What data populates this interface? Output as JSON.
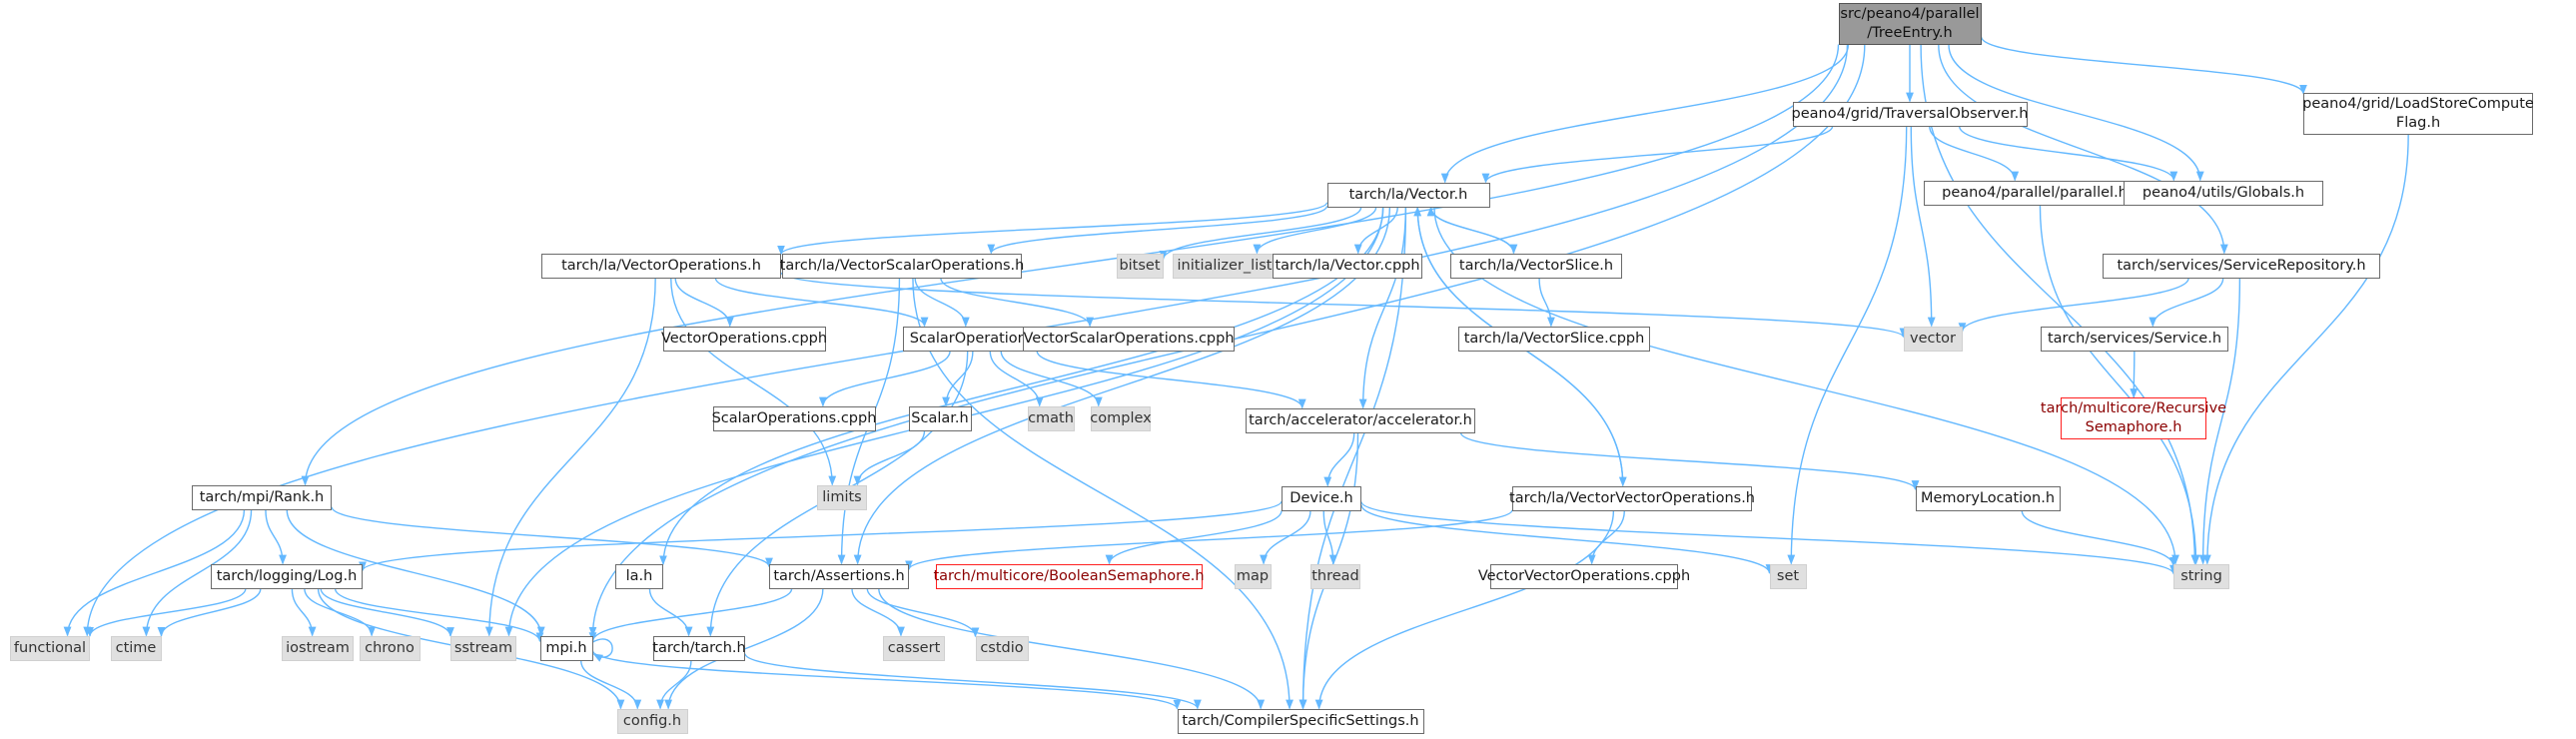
{
  "graph": {
    "edge_color": "#63b8ff",
    "nodes": [
      {
        "id": "root",
        "lines": [
          "src/peano4/parallel",
          "/TreeEntry.h"
        ],
        "kind": "root"
      },
      {
        "id": "traversal",
        "lines": [
          "peano4/grid/TraversalObserver.h"
        ],
        "kind": "doc"
      },
      {
        "id": "loadstore",
        "lines": [
          "peano4/grid/LoadStoreCompute",
          "Flag.h"
        ],
        "kind": "doc"
      },
      {
        "id": "vector",
        "lines": [
          "tarch/la/Vector.h"
        ],
        "kind": "doc"
      },
      {
        "id": "parallel",
        "lines": [
          "peano4/parallel/parallel.h"
        ],
        "kind": "doc"
      },
      {
        "id": "globals",
        "lines": [
          "peano4/utils/Globals.h"
        ],
        "kind": "doc"
      },
      {
        "id": "vecops",
        "lines": [
          "tarch/la/VectorOperations.h"
        ],
        "kind": "doc"
      },
      {
        "id": "vecscalarops",
        "lines": [
          "tarch/la/VectorScalarOperations.h"
        ],
        "kind": "doc"
      },
      {
        "id": "bitset",
        "lines": [
          "bitset"
        ],
        "kind": "sys"
      },
      {
        "id": "initlist",
        "lines": [
          "initializer_list"
        ],
        "kind": "sys"
      },
      {
        "id": "veccpph",
        "lines": [
          "tarch/la/Vector.cpph"
        ],
        "kind": "doc"
      },
      {
        "id": "vecslice",
        "lines": [
          "tarch/la/VectorSlice.h"
        ],
        "kind": "doc"
      },
      {
        "id": "servrepo",
        "lines": [
          "tarch/services/ServiceRepository.h"
        ],
        "kind": "doc"
      },
      {
        "id": "vecopscpph",
        "lines": [
          "VectorOperations.cpph"
        ],
        "kind": "doc"
      },
      {
        "id": "scalarops",
        "lines": [
          "ScalarOperations.h"
        ],
        "kind": "doc"
      },
      {
        "id": "vecscalcpph",
        "lines": [
          "VectorScalarOperations.cpph"
        ],
        "kind": "doc"
      },
      {
        "id": "vectorsys",
        "lines": [
          "vector"
        ],
        "kind": "sys"
      },
      {
        "id": "vecslicecpph",
        "lines": [
          "tarch/la/VectorSlice.cpph"
        ],
        "kind": "doc"
      },
      {
        "id": "service",
        "lines": [
          "tarch/services/Service.h"
        ],
        "kind": "doc"
      },
      {
        "id": "scalaropscpph",
        "lines": [
          "ScalarOperations.cpph"
        ],
        "kind": "doc"
      },
      {
        "id": "scalarh",
        "lines": [
          "Scalar.h"
        ],
        "kind": "doc"
      },
      {
        "id": "cmath",
        "lines": [
          "cmath"
        ],
        "kind": "sys"
      },
      {
        "id": "complex",
        "lines": [
          "complex"
        ],
        "kind": "sys"
      },
      {
        "id": "accel",
        "lines": [
          "tarch/accelerator/accelerator.h"
        ],
        "kind": "doc"
      },
      {
        "id": "recsem",
        "lines": [
          "tarch/multicore/Recursive",
          "Semaphore.h"
        ],
        "kind": "red"
      },
      {
        "id": "limits",
        "lines": [
          "limits"
        ],
        "kind": "sys"
      },
      {
        "id": "rank",
        "lines": [
          "tarch/mpi/Rank.h"
        ],
        "kind": "doc"
      },
      {
        "id": "device",
        "lines": [
          "Device.h"
        ],
        "kind": "doc"
      },
      {
        "id": "vecvecops",
        "lines": [
          "tarch/la/VectorVectorOperations.h"
        ],
        "kind": "doc"
      },
      {
        "id": "memloc",
        "lines": [
          "MemoryLocation.h"
        ],
        "kind": "doc"
      },
      {
        "id": "log",
        "lines": [
          "tarch/logging/Log.h"
        ],
        "kind": "doc"
      },
      {
        "id": "lah",
        "lines": [
          "la.h"
        ],
        "kind": "doc"
      },
      {
        "id": "assertions",
        "lines": [
          "tarch/Assertions.h"
        ],
        "kind": "doc"
      },
      {
        "id": "boolsem",
        "lines": [
          "tarch/multicore/BooleanSemaphore.h"
        ],
        "kind": "red"
      },
      {
        "id": "map",
        "lines": [
          "map"
        ],
        "kind": "sys"
      },
      {
        "id": "thread",
        "lines": [
          "thread"
        ],
        "kind": "sys"
      },
      {
        "id": "set",
        "lines": [
          "set"
        ],
        "kind": "sys"
      },
      {
        "id": "string",
        "lines": [
          "string"
        ],
        "kind": "sys"
      },
      {
        "id": "vecveccpph",
        "lines": [
          "VectorVectorOperations.cpph"
        ],
        "kind": "doc"
      },
      {
        "id": "functional",
        "lines": [
          "functional"
        ],
        "kind": "sys"
      },
      {
        "id": "ctime",
        "lines": [
          "ctime"
        ],
        "kind": "sys"
      },
      {
        "id": "iostream",
        "lines": [
          "iostream"
        ],
        "kind": "sys"
      },
      {
        "id": "chrono",
        "lines": [
          "chrono"
        ],
        "kind": "sys"
      },
      {
        "id": "sstream",
        "lines": [
          "sstream"
        ],
        "kind": "sys"
      },
      {
        "id": "mpi",
        "lines": [
          "mpi.h"
        ],
        "kind": "doc"
      },
      {
        "id": "tarchh",
        "lines": [
          "tarch/tarch.h"
        ],
        "kind": "doc"
      },
      {
        "id": "cassert",
        "lines": [
          "cassert"
        ],
        "kind": "sys"
      },
      {
        "id": "cstdio",
        "lines": [
          "cstdio"
        ],
        "kind": "sys"
      },
      {
        "id": "config",
        "lines": [
          "config.h"
        ],
        "kind": "sys"
      },
      {
        "id": "compiler",
        "lines": [
          "tarch/CompilerSpecificSettings.h"
        ],
        "kind": "doc"
      }
    ],
    "edges": [
      [
        "root",
        "traversal"
      ],
      [
        "root",
        "loadstore"
      ],
      [
        "root",
        "vector"
      ],
      [
        "root",
        "globals"
      ],
      [
        "root",
        "servrepo"
      ],
      [
        "root",
        "rank"
      ],
      [
        "root",
        "functional"
      ],
      [
        "root",
        "mpi"
      ],
      [
        "root",
        "string"
      ],
      [
        "traversal",
        "vector"
      ],
      [
        "traversal",
        "parallel"
      ],
      [
        "traversal",
        "globals"
      ],
      [
        "traversal",
        "vectorsys"
      ],
      [
        "traversal",
        "set"
      ],
      [
        "loadstore",
        "string"
      ],
      [
        "parallel",
        "string"
      ],
      [
        "vector",
        "vecops"
      ],
      [
        "vector",
        "vecscalarops"
      ],
      [
        "vector",
        "bitset"
      ],
      [
        "vector",
        "initlist"
      ],
      [
        "vector",
        "veccpph"
      ],
      [
        "vector",
        "vecslice"
      ],
      [
        "vector",
        "vecvecops"
      ],
      [
        "vector",
        "accel"
      ],
      [
        "vector",
        "lah"
      ],
      [
        "vector",
        "sstream"
      ],
      [
        "vector",
        "assertions"
      ],
      [
        "vector",
        "string"
      ],
      [
        "vector",
        "compiler"
      ],
      [
        "vecslice",
        "vector"
      ],
      [
        "vecslice",
        "vecslicecpph"
      ],
      [
        "vecvecops",
        "vector"
      ],
      [
        "vecops",
        "vecopscpph"
      ],
      [
        "vecops",
        "scalarops"
      ],
      [
        "vecops",
        "limits"
      ],
      [
        "vecops",
        "sstream"
      ],
      [
        "vecops",
        "vectorsys"
      ],
      [
        "vecscalarops",
        "scalarops"
      ],
      [
        "vecscalarops",
        "vecscalcpph"
      ],
      [
        "vecscalarops",
        "assertions"
      ],
      [
        "vecscalarops",
        "compiler"
      ],
      [
        "scalarops",
        "scalaropscpph"
      ],
      [
        "scalarops",
        "scalarh"
      ],
      [
        "scalarops",
        "cmath"
      ],
      [
        "scalarops",
        "complex"
      ],
      [
        "scalarops",
        "accel"
      ],
      [
        "scalarops",
        "tarchh"
      ],
      [
        "scalarh",
        "limits"
      ],
      [
        "servrepo",
        "vectorsys"
      ],
      [
        "servrepo",
        "service"
      ],
      [
        "servrepo",
        "string"
      ],
      [
        "service",
        "recsem"
      ],
      [
        "accel",
        "device"
      ],
      [
        "accel",
        "memloc"
      ],
      [
        "accel",
        "compiler"
      ],
      [
        "device",
        "log"
      ],
      [
        "device",
        "boolsem"
      ],
      [
        "device",
        "map"
      ],
      [
        "device",
        "thread"
      ],
      [
        "device",
        "set"
      ],
      [
        "device",
        "string"
      ],
      [
        "memloc",
        "string"
      ],
      [
        "vecvecops",
        "assertions"
      ],
      [
        "vecvecops",
        "vecveccpph"
      ],
      [
        "vecvecops",
        "compiler"
      ],
      [
        "rank",
        "log"
      ],
      [
        "rank",
        "assertions"
      ],
      [
        "rank",
        "functional"
      ],
      [
        "rank",
        "ctime"
      ],
      [
        "rank",
        "mpi"
      ],
      [
        "log",
        "functional"
      ],
      [
        "log",
        "ctime"
      ],
      [
        "log",
        "iostream"
      ],
      [
        "log",
        "chrono"
      ],
      [
        "log",
        "sstream"
      ],
      [
        "log",
        "mpi"
      ],
      [
        "log",
        "config"
      ],
      [
        "lah",
        "tarchh"
      ],
      [
        "assertions",
        "mpi"
      ],
      [
        "assertions",
        "cassert"
      ],
      [
        "assertions",
        "cstdio"
      ],
      [
        "assertions",
        "config"
      ],
      [
        "assertions",
        "compiler"
      ],
      [
        "mpi",
        "mpi"
      ],
      [
        "mpi",
        "config"
      ],
      [
        "mpi",
        "compiler"
      ],
      [
        "tarchh",
        "config"
      ],
      [
        "tarchh",
        "compiler"
      ]
    ]
  }
}
